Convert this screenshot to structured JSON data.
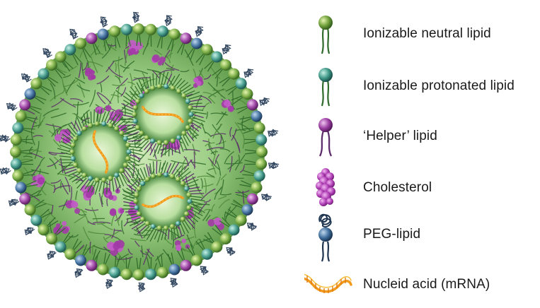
{
  "legend": {
    "items": [
      {
        "id": "ionizable-neutral",
        "label": "Ionizable neutral lipid",
        "icon": "ionizable-neutral-lipid-icon",
        "head_color": "#5f9a3a"
      },
      {
        "id": "ionizable-protonated",
        "label": "Ionizable protonated lipid",
        "icon": "ionizable-protonated-lipid-icon",
        "head_color": "#3d8f82"
      },
      {
        "id": "helper",
        "label": "‘Helper’ lipid",
        "icon": "helper-lipid-icon",
        "head_color": "#8a3a8a"
      },
      {
        "id": "cholesterol",
        "label": "Cholesterol",
        "icon": "cholesterol-icon",
        "head_color": "#a23aa6"
      },
      {
        "id": "peg",
        "label": "PEG-lipid",
        "icon": "peg-lipid-icon",
        "head_color": "#2e4f6e"
      },
      {
        "id": "mrna",
        "label": "Nucleid acid (mRNA)",
        "icon": "mrna-icon",
        "head_color": "#f0a020"
      }
    ]
  },
  "colors": {
    "tail_green": "#2f6b2a",
    "tail_purple": "#5a2a6a",
    "core_green": "#8fc97a",
    "peg_blue": "#1e3550",
    "mrna_orange": "#f29a1c"
  }
}
